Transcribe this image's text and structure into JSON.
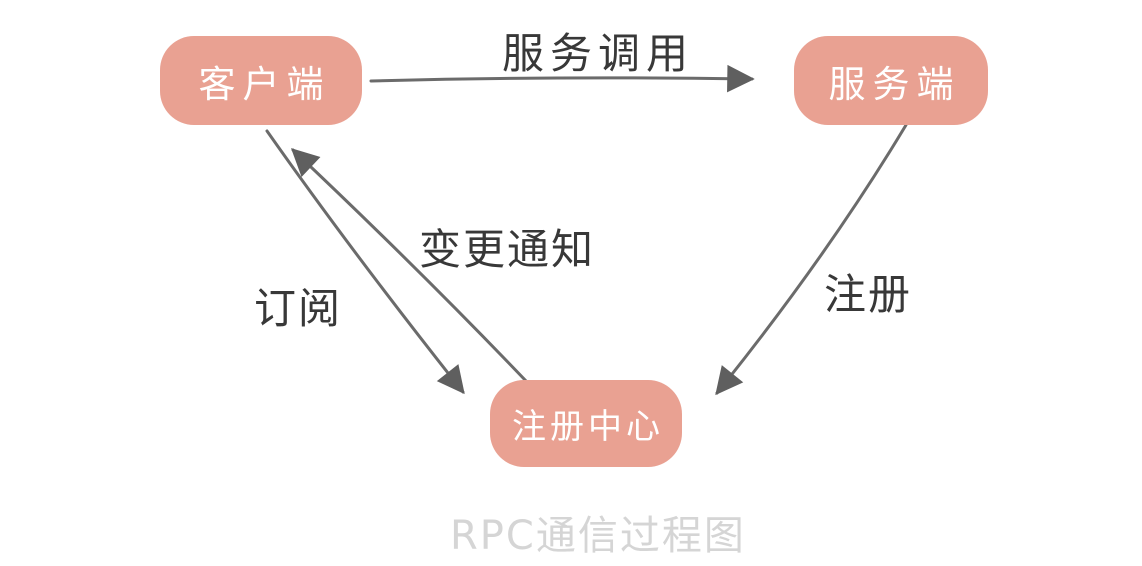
{
  "diagram": {
    "title": "RPC通信过程图",
    "nodes": {
      "client": {
        "label": "客户端"
      },
      "server": {
        "label": "服务端"
      },
      "registry": {
        "label": "注册中心"
      }
    },
    "edges": {
      "service_call": {
        "label": "服务调用",
        "from": "客户端",
        "to": "服务端"
      },
      "register": {
        "label": "注册",
        "from": "服务端",
        "to": "注册中心"
      },
      "subscribe": {
        "label": "订阅",
        "from": "客户端",
        "to": "注册中心"
      },
      "change_notify": {
        "label": "变更通知",
        "from": "注册中心",
        "to": "客户端"
      }
    },
    "colors": {
      "node_fill": "#e9a192",
      "node_text": "#ffffff",
      "arrow": "#6b6b6b",
      "arrowhead": "#5f5f5f",
      "edge_label": "#383838",
      "title": "#d5d5d5",
      "background": "#ffffff"
    }
  }
}
